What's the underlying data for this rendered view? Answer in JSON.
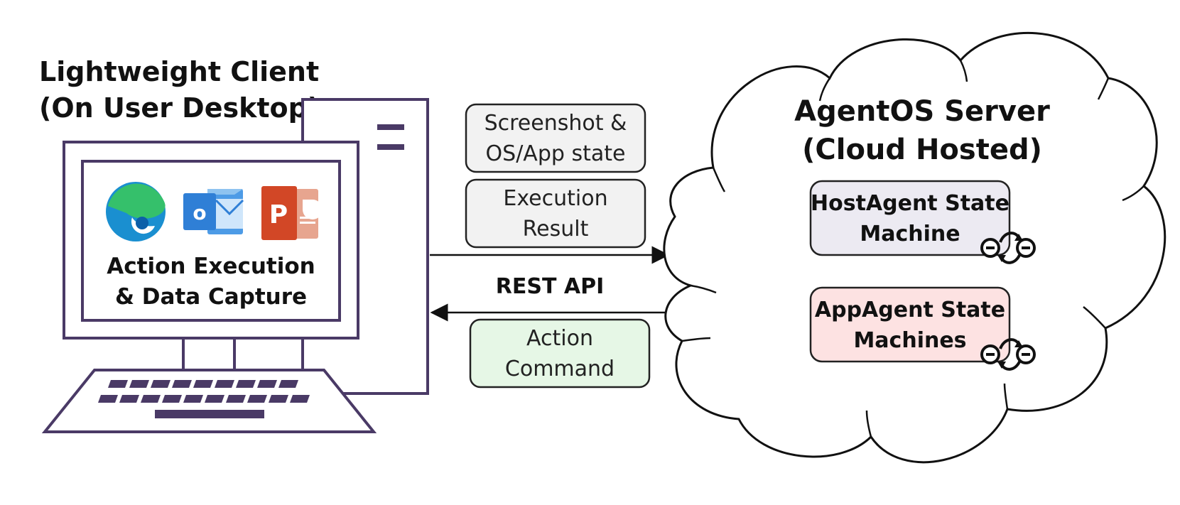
{
  "client": {
    "title_line1": "Lightweight Client",
    "title_line2": "(On User Desktop)",
    "action_line1": "Action Execution",
    "action_line2": "& Data Capture",
    "app_icons": [
      "edge-icon",
      "outlook-icon",
      "powerpoint-icon"
    ]
  },
  "messages": {
    "screenshot_line1": "Screenshot &",
    "screenshot_line2": "OS/App state",
    "execution_line1": "Execution",
    "execution_line2": "Result",
    "api_label": "REST API",
    "command_line1": "Action",
    "command_line2": "Command"
  },
  "server": {
    "title_line1": "AgentOS Server",
    "title_line2": "(Cloud Hosted)",
    "host_line1": "HostAgent State",
    "host_line2": "Machine",
    "app_line1": "AppAgent State",
    "app_line2": "Machines"
  },
  "colors": {
    "outline": "#4a3a66",
    "message_fill": "#f2f2f2",
    "command_fill": "#e6f7e6",
    "host_fill": "#eceaf2",
    "app_fill": "#fde2e2",
    "edge": "#1a8fd0",
    "outlook": "#2f7fd6",
    "powerpoint": "#d24726"
  }
}
